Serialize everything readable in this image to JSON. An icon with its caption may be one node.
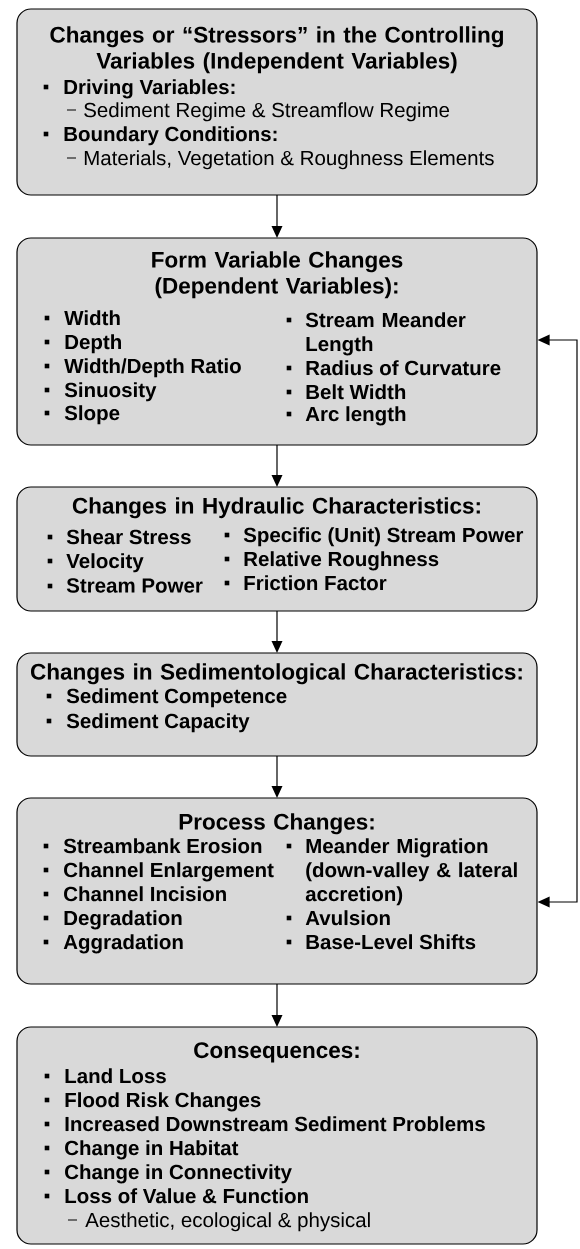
{
  "diagram": {
    "nodes": [
      {
        "text": [
          "Changes or “Stressors” in the Controlling Variables (Independent Variables)",
          "Driving Variables:",
          "Sediment Regime & Streamflow Regime",
          "Boundary Conditions:",
          "Materials, Vegetation & Roughness Elements"
        ]
      },
      {
        "text": [
          "Form Variable Changes (Dependent Variables):",
          "Width",
          "Depth",
          "Width/Depth Ratio",
          "Sinuosity",
          "Slope",
          "Stream Meander Length",
          "Radius of Curvature",
          "Belt Width",
          "Arc length"
        ]
      },
      {
        "text": [
          "Changes in Hydraulic Characteristics:",
          "Shear Stress",
          "Velocity",
          "Stream Power",
          "Specific (Unit) Stream Power",
          "Relative Roughness",
          "Friction Factor"
        ]
      },
      {
        "text": [
          "Changes in Sedimentological Characteristics:",
          "Sediment Competence",
          "Sediment Capacity"
        ]
      },
      {
        "text": [
          "Process Changes:",
          "Streambank Erosion",
          "Channel Enlargement",
          "Channel Incision",
          "Degradation",
          "Aggradation",
          "Meander Migration (down-valley & lateral accretion)",
          "Avulsion",
          "Base-Level Shifts"
        ]
      },
      {
        "text": [
          "Consequences:",
          "Land Loss",
          "Flood Risk Changes",
          "Increased Downstream Sediment Problems",
          "Change in Habitat",
          "Change in Connectivity",
          "Loss of Value & Function",
          "Aesthetic, ecological & physical"
        ]
      }
    ],
    "edges": [
      {
        "from": 0,
        "to": 1,
        "arrow": "to"
      },
      {
        "from": 1,
        "to": 2,
        "arrow": "to"
      },
      {
        "from": 2,
        "to": 3,
        "arrow": "to"
      },
      {
        "from": 3,
        "to": 4,
        "arrow": "to"
      },
      {
        "from": 4,
        "to": 5,
        "arrow": "to"
      },
      {
        "from": 4,
        "to": 1,
        "arrow": "both"
      }
    ]
  }
}
